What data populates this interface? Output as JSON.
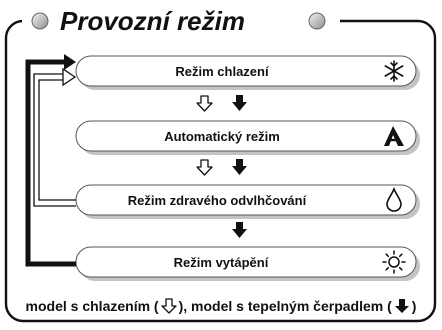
{
  "title": "Provozní režim",
  "modes": [
    {
      "label": "Režim chlazení",
      "icon": "snowflake-icon"
    },
    {
      "label": "Automatický režim",
      "icon": "auto-mode-icon"
    },
    {
      "label": "Režim zdravého odvlhčování",
      "icon": "water-drop-icon"
    },
    {
      "label": "Režim vytápění",
      "icon": "sun-icon"
    }
  ],
  "footer": {
    "part1": "model s chlazením (",
    "part2": "), model s tepelným čerpadlem (",
    "part3": ")"
  },
  "colors": {
    "border": "#111111",
    "pill_fill": "#ffffff",
    "pill_shadow": "#bdbdbd",
    "title_bubble": "#9a9a9a"
  }
}
